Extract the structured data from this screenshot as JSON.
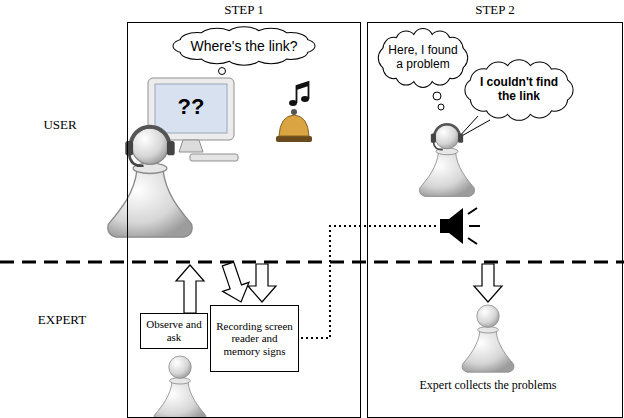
{
  "diagram": {
    "nodes": [
      {
        "text": [
          "STEP 1"
        ]
      },
      {
        "text": [
          "Where's the link?"
        ],
        "in": 0
      },
      {
        "text": [
          "Observe and ask"
        ],
        "in": 0
      },
      {
        "text": [
          "Recording screen reader and memory signs"
        ],
        "in": 0
      },
      {
        "text": [
          "STEP 2"
        ]
      },
      {
        "text": [
          "Here, I found a problem"
        ],
        "in": 4
      },
      {
        "text": [
          "I couldn't find the link"
        ],
        "in": 4
      }
    ],
    "labels": [
      "USER",
      "??",
      "EXPERT",
      "Expert collects the problems"
    ]
  }
}
